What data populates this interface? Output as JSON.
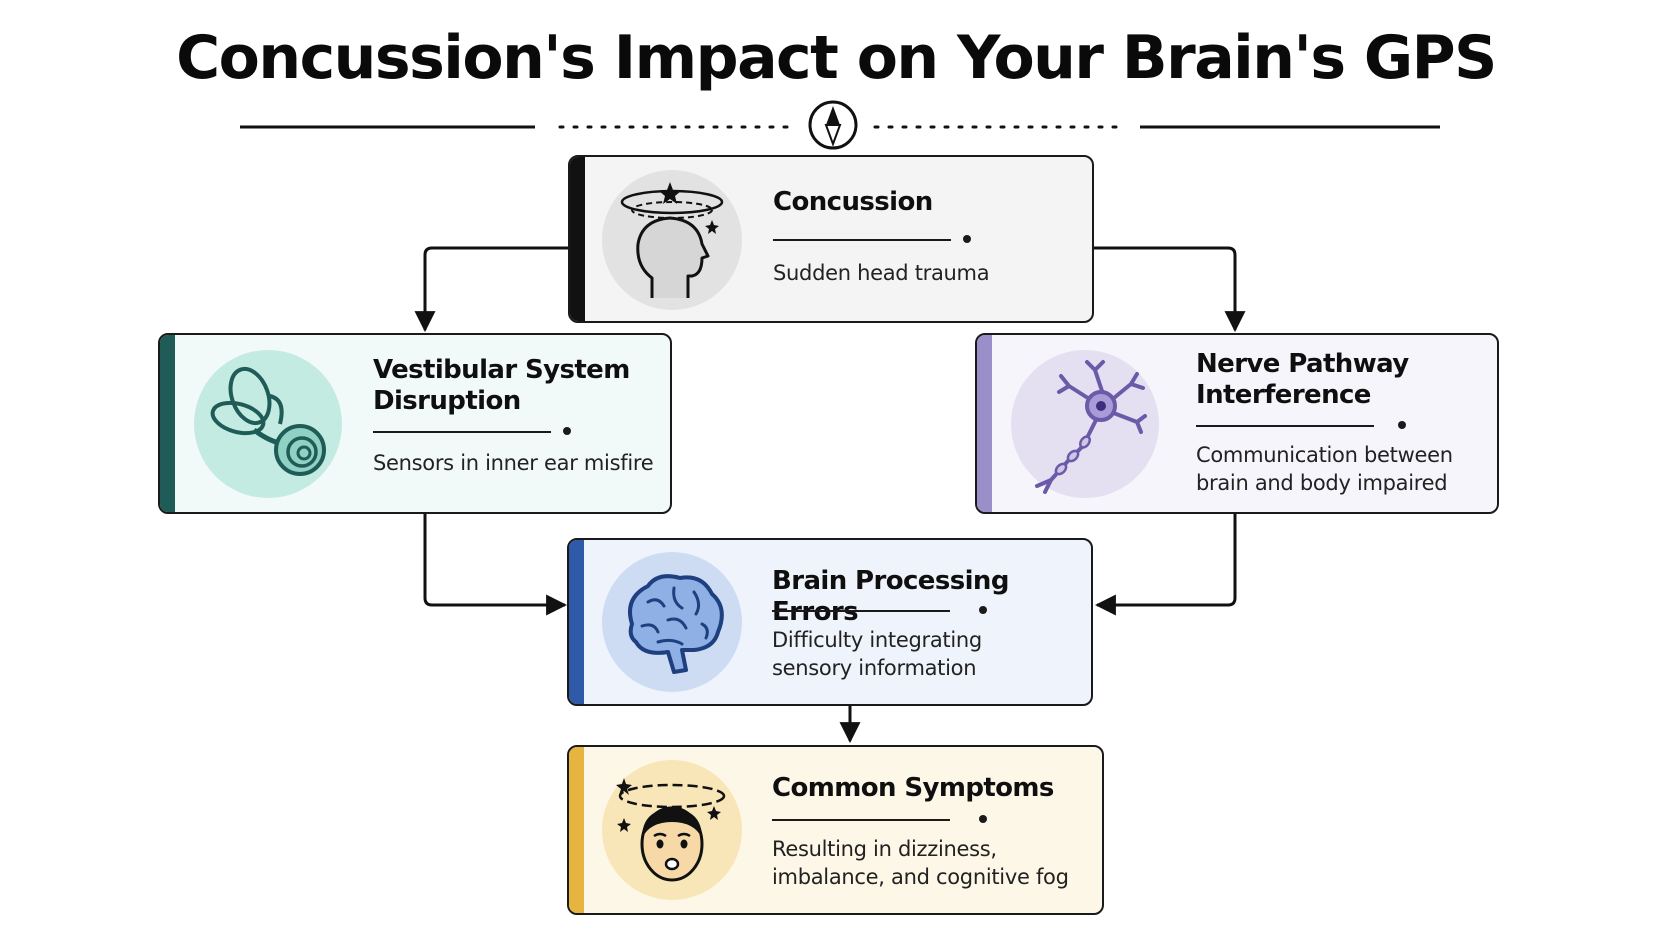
{
  "title": "Concussion's Impact on Your Brain's GPS",
  "colors": {
    "concussion": "#111111",
    "vestibular": "#1f5c58",
    "nerve": "#9a8fc8",
    "brain": "#2e5aa8",
    "symptoms": "#e5b540"
  },
  "nodes": {
    "concussion": {
      "title": "Concussion",
      "desc": "Sudden head trauma",
      "icon": "head-trauma-icon"
    },
    "vestibular": {
      "title_l1": "Vestibular System",
      "title_l2": "Disruption",
      "desc": "Sensors in inner ear misfire",
      "icon": "inner-ear-icon"
    },
    "nerve": {
      "title_l1": "Nerve Pathway",
      "title_l2": "Interference",
      "desc_l1": "Communication between",
      "desc_l2": "brain and body impaired",
      "icon": "neuron-icon"
    },
    "brain": {
      "title": "Brain Processing Errors",
      "desc_l1": "Difficulty integrating",
      "desc_l2": "sensory information",
      "icon": "brain-icon"
    },
    "symptoms": {
      "title": "Common Symptoms",
      "desc_l1": "Resulting in dizziness,",
      "desc_l2": "imbalance, and cognitive fog",
      "icon": "dizzy-face-icon"
    }
  },
  "edges": [
    {
      "from": "concussion",
      "to": "vestibular"
    },
    {
      "from": "concussion",
      "to": "nerve"
    },
    {
      "from": "vestibular",
      "to": "brain"
    },
    {
      "from": "nerve",
      "to": "brain"
    },
    {
      "from": "brain",
      "to": "symptoms"
    }
  ]
}
